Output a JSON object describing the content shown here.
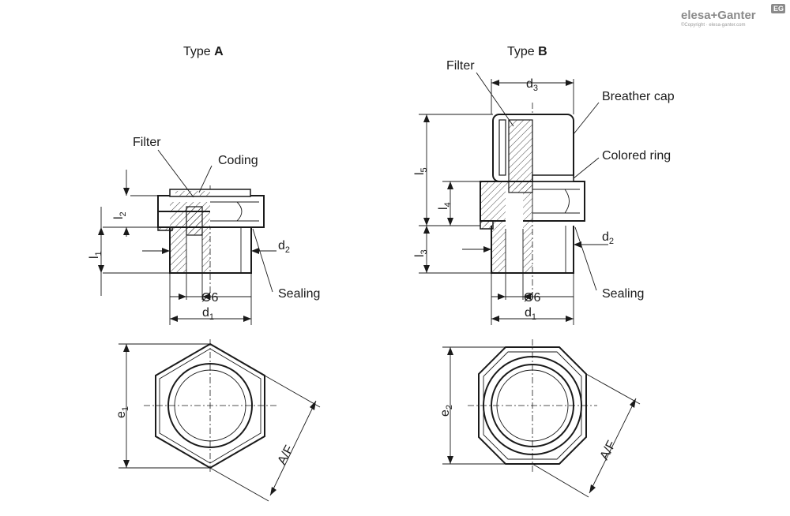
{
  "brand": {
    "name": "elesa+Ganter",
    "badge": "EG",
    "copyright": "©Copyright · elesa-ganter.com"
  },
  "type_a": {
    "title_prefix": "Type ",
    "title_letter": "A",
    "labels": {
      "filter": "Filter",
      "coding": "Coding",
      "sealing": "Sealing",
      "diameter": "Ø6",
      "d1": "d",
      "d1_sub": "1",
      "d2": "d",
      "d2_sub": "2",
      "l1": "l",
      "l1_sub": "1",
      "l2": "l",
      "l2_sub": "2",
      "e1": "e",
      "e1_sub": "1",
      "af": "A/F"
    }
  },
  "type_b": {
    "title_prefix": "Type ",
    "title_letter": "B",
    "labels": {
      "filter": "Filter",
      "breather_cap": "Breather cap",
      "colored_ring": "Colored ring",
      "sealing": "Sealing",
      "diameter": "Ø6",
      "d1": "d",
      "d1_sub": "1",
      "d2": "d",
      "d2_sub": "2",
      "d3": "d",
      "d3_sub": "3",
      "l3": "l",
      "l3_sub": "3",
      "l4": "l",
      "l4_sub": "4",
      "l5": "l",
      "l5_sub": "5",
      "e2": "e",
      "e2_sub": "2",
      "af": "A/F"
    }
  }
}
